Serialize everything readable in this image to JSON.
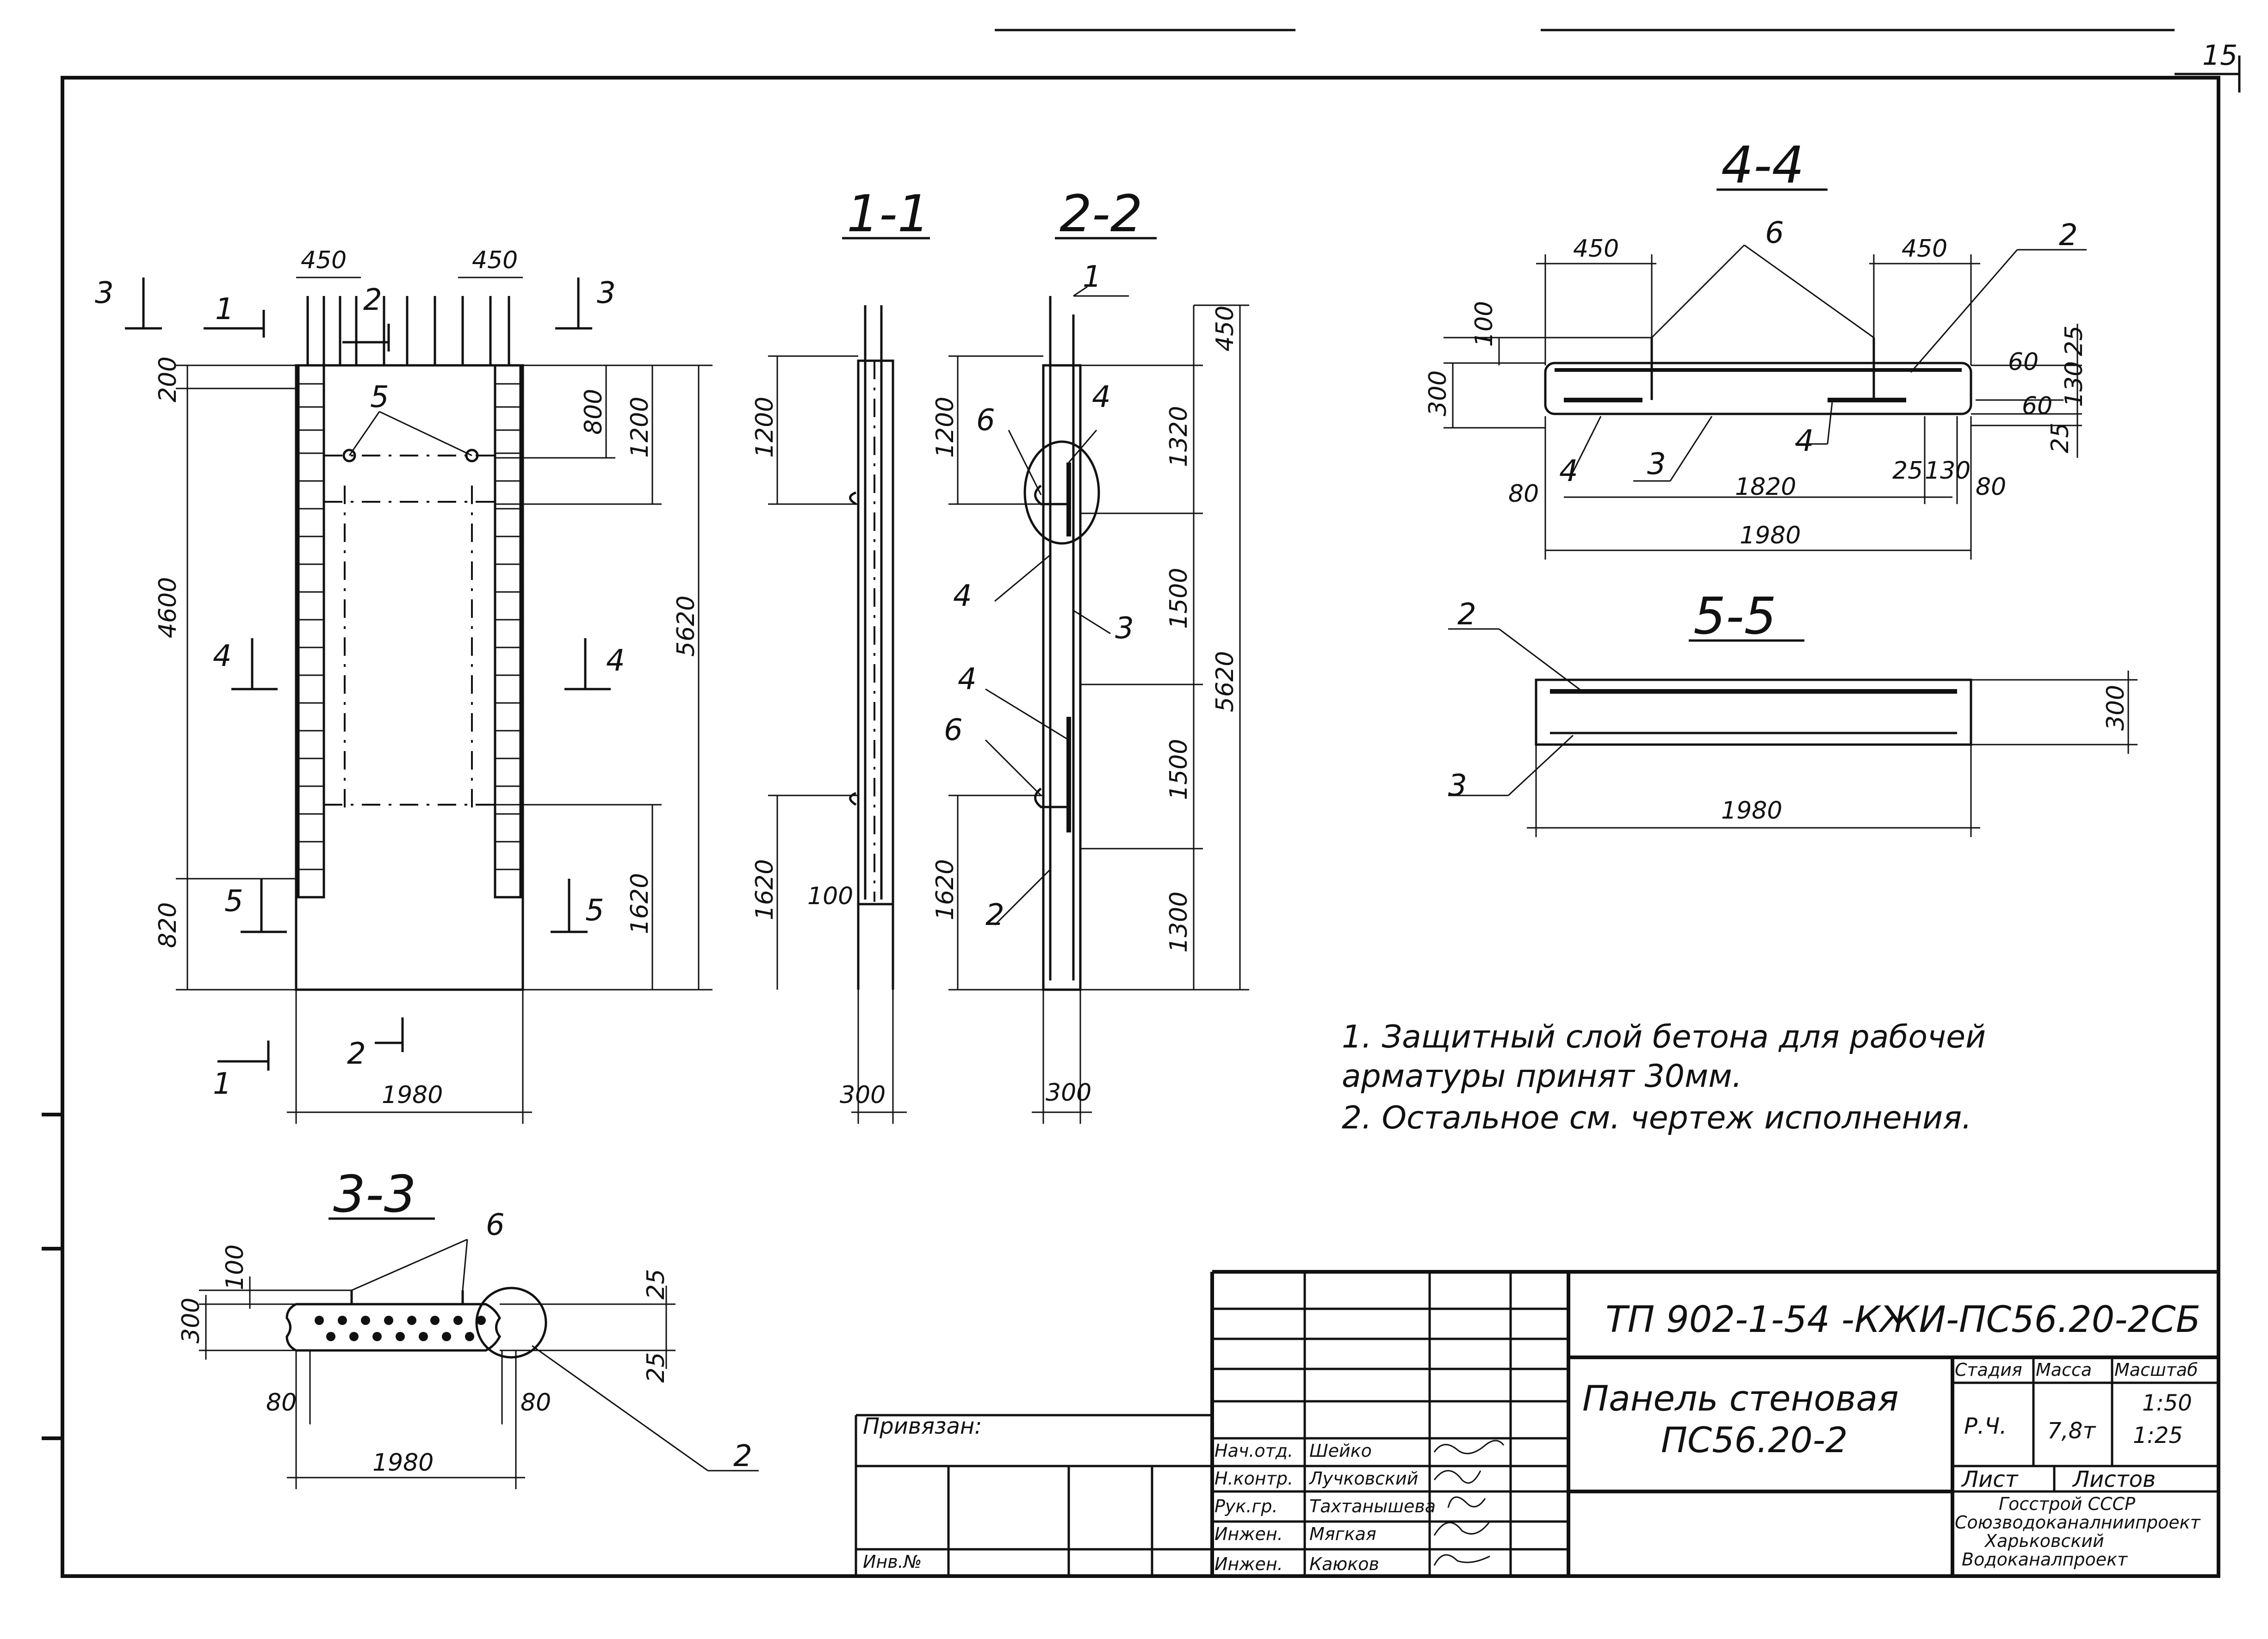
{
  "sheet_number": "15",
  "section_titles": {
    "s11": "1-1",
    "s22": "2-2",
    "s33": "3-3",
    "s44": "4-4",
    "s55": "5-5"
  },
  "elevation": {
    "dims_top": [
      "450",
      "450"
    ],
    "dims_left": [
      "200",
      "4600",
      "820"
    ],
    "dims_right": [
      "800",
      "1200",
      "5620",
      "1620"
    ],
    "dim_bottom": "1980",
    "cut_marks": [
      "3",
      "3",
      "1",
      "2",
      "4",
      "4",
      "5",
      "5",
      "2",
      "1"
    ],
    "callouts": [
      "5"
    ]
  },
  "section11": {
    "dims": [
      "1200",
      "1620",
      "100",
      "300"
    ]
  },
  "section22": {
    "dims_left": [
      "1200",
      "1620"
    ],
    "dims_right": [
      "450",
      "1320",
      "1500",
      "1500",
      "1300",
      "5620"
    ],
    "dim_bottom": "300",
    "callouts": [
      "1",
      "4",
      "6",
      "4",
      "3",
      "4",
      "6",
      "2"
    ]
  },
  "section44": {
    "dims": [
      "450",
      "450",
      "100",
      "300",
      "60",
      "60",
      "25",
      "130",
      "25",
      "80",
      "1820",
      "25",
      "130",
      "80",
      "1980"
    ],
    "callouts": [
      "6",
      "2",
      "4",
      "3",
      "4"
    ]
  },
  "section55": {
    "dims": [
      "300",
      "1980"
    ],
    "callouts": [
      "2",
      "3"
    ]
  },
  "section33": {
    "dims": [
      "100",
      "300",
      "25",
      "25",
      "80",
      "80",
      "1980"
    ],
    "callouts": [
      "6",
      "2"
    ]
  },
  "notes": [
    "1. Защитный слой бетона для рабочей",
    "арматуры принят 30мм.",
    "2. Остальное см. чертеж исполнения."
  ],
  "title_block": {
    "doc_code": "ТП 902-1-54 -КЖИ-ПС56.20-2СБ",
    "name_line1": "Панель стеновая",
    "name_line2": "ПС56.20-2",
    "col_stage": "Стадия",
    "col_mass": "Масса",
    "col_scale": "Масштаб",
    "stage": "Р.Ч.",
    "mass": "7,8т",
    "scale1": "1:50",
    "scale2": "1:25",
    "sheet_label": "Лист",
    "sheets_label": "Листов",
    "org_line1": "Госстрой СССР",
    "org_line2": "Союзводоканалниипроект",
    "org_line3": "Харьковский",
    "org_line4": "Водоканалпроект",
    "bound_label": "Привязан:",
    "inv_label": "Инв.№",
    "signers": [
      {
        "role": "Нач.отд.",
        "name": "Шейко"
      },
      {
        "role": "Н.контр.",
        "name": "Лучковский"
      },
      {
        "role": "Рук.гр.",
        "name": "Тахтанышева"
      },
      {
        "role": "Инжен.",
        "name": "Мягкая"
      },
      {
        "role": "Инжен.",
        "name": "Каюков"
      }
    ]
  }
}
